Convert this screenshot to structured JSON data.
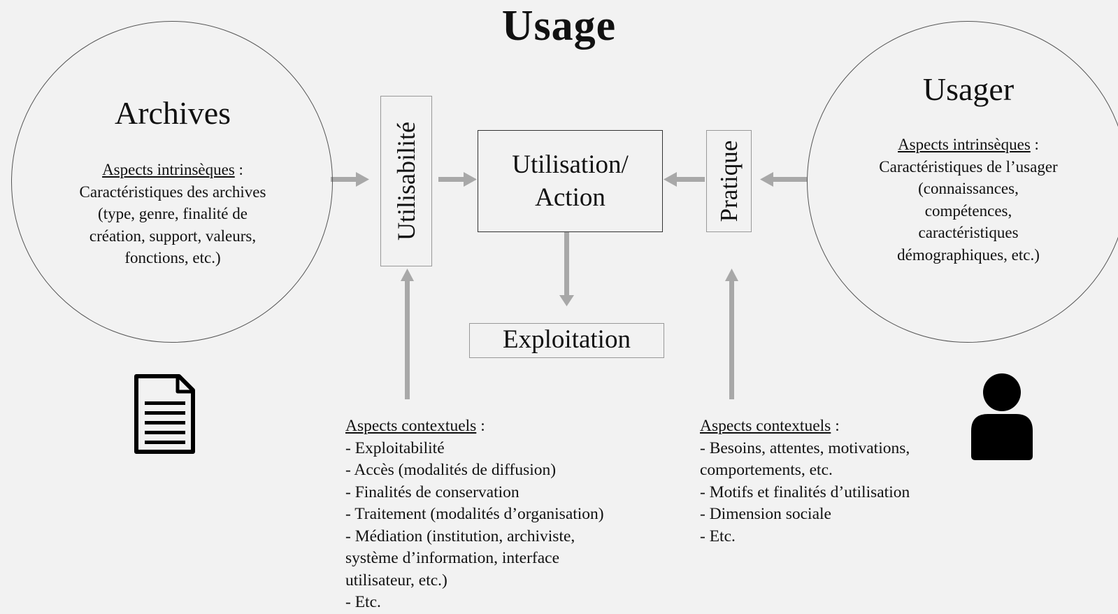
{
  "title": "Usage",
  "left_circle": {
    "heading": "Archives",
    "aspects_label": "Aspects intrinsèques",
    "aspects_sep": " :",
    "lines": [
      "Caractéristiques des archives",
      "(type, genre, finalité de",
      "création, support, valeurs,",
      "fonctions, etc.)"
    ]
  },
  "right_circle": {
    "heading": "Usager",
    "aspects_label": "Aspects intrinsèques",
    "aspects_sep": " :",
    "lines": [
      "Caractéristiques de l’usager",
      "(connaissances,",
      "compétences,",
      "caractéristiques",
      "démographiques, etc.)"
    ]
  },
  "boxes": {
    "utilisabilite": "Utilisabilité",
    "utilisation_line1": "Utilisation/",
    "utilisation_line2": "Action",
    "pratique": "Pratique",
    "exploitation": "Exploitation"
  },
  "left_context": {
    "label": "Aspects contextuels",
    "sep": " :",
    "items": [
      "- Exploitabilité",
      "- Accès (modalités de diffusion)",
      "- Finalités de conservation",
      "- Traitement (modalités d’organisation)",
      "- Médiation (institution, archiviste,\nsystème d’information, interface\nutilisateur, etc.)",
      "- Etc."
    ]
  },
  "right_context": {
    "label": "Aspects contextuels",
    "sep": " :",
    "items": [
      "- Besoins, attentes, motivations,\ncomportements, etc.",
      "- Motifs et finalités d’utilisation",
      "- Dimension sociale",
      "- Etc."
    ]
  },
  "icons": {
    "document": "document-icon",
    "person": "person-icon"
  },
  "colors": {
    "background": "#f2f2f2",
    "arrow": "#a8a8a8",
    "text": "#111111"
  }
}
